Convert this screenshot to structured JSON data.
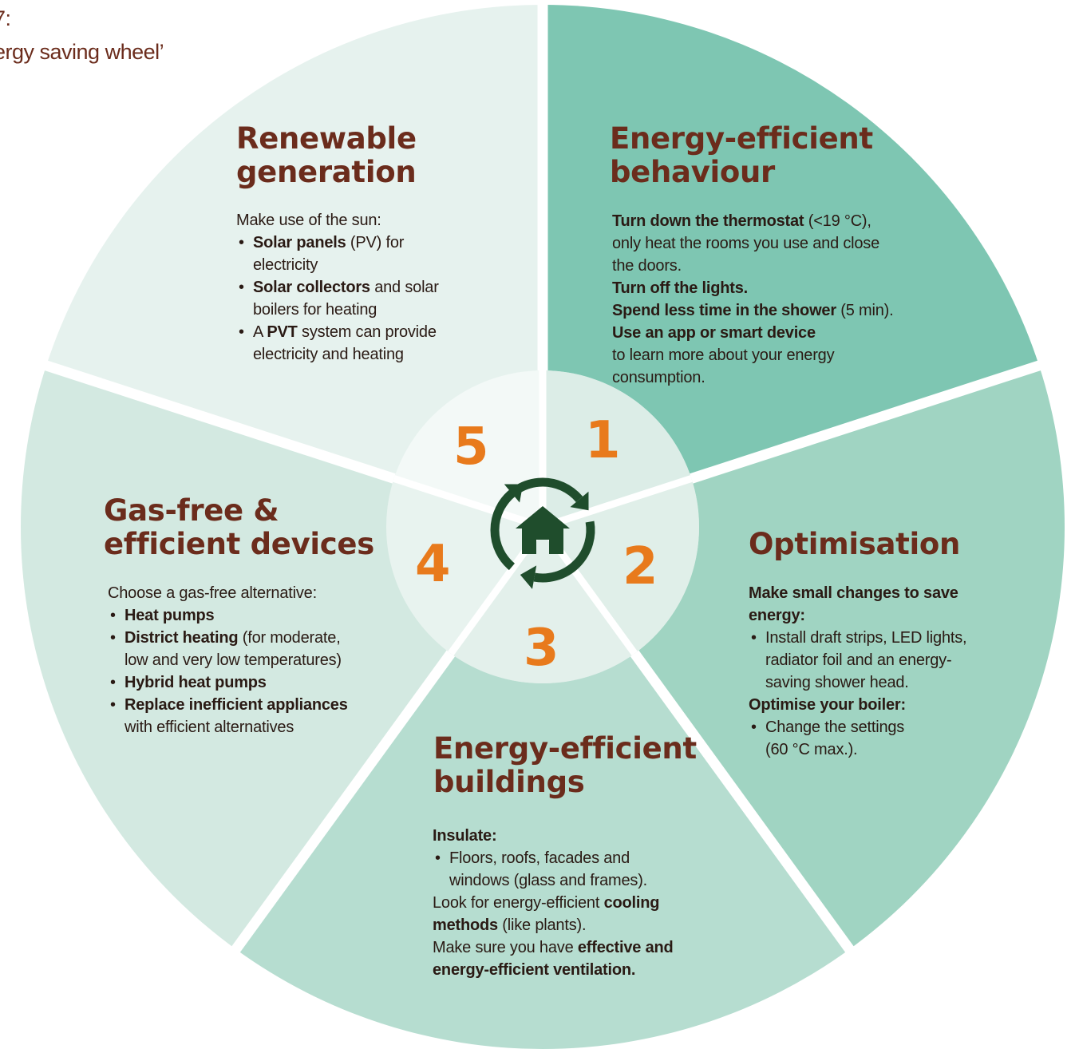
{
  "caption": {
    "line1": "7:",
    "line2": "ergy saving wheel’"
  },
  "colors": {
    "segment_1": "#7ec6b2",
    "segment_2": "#a0d4c2",
    "segment_3": "#b6ddd0",
    "segment_4": "#d3e9e1",
    "segment_5": "#e6f2ee",
    "hub": "#dcece6",
    "title": "#6b2c1c",
    "number": "#e87a1c",
    "icon": "#1f4d2c"
  },
  "center_icon": "recycle-arrows-house-icon",
  "segments": [
    {
      "number": "1",
      "title_line1": "Energy-efficient",
      "title_line2": "behaviour",
      "body": [
        "<b>Turn down the thermostat</b> (&lt;19 °C),",
        "only heat the rooms you use and close",
        "the doors.",
        "<b>Turn off the lights.</b>",
        "<b>Spend less time in the shower</b> (5 min).",
        "<b>Use an app or smart device</b>",
        "to learn more about your energy",
        "consumption."
      ]
    },
    {
      "number": "2",
      "title_line1": "Optimisation",
      "body_header": "<b>Make small changes to save</b>",
      "body_header2": "<b>energy:</b>",
      "bullets1": [
        "Install draft strips, LED lights,<br>radiator foil and an energy-<br>saving shower head."
      ],
      "subheader": "<b>Optimise your boiler:</b>",
      "bullets2": [
        "Change the settings<br>(60 °C max.)."
      ]
    },
    {
      "number": "3",
      "title_line1": "Energy-efficient",
      "title_line2": "buildings",
      "body_header": "<b>Insulate:</b>",
      "bullets": [
        "Floors, roofs, facades and<br>windows (glass and frames)."
      ],
      "lines": [
        "Look for energy-efficient <b>cooling</b>",
        "<b>methods</b> (like plants).",
        "Make sure you have <b>effective and</b>",
        "<b>energy-efficient ventilation.</b>"
      ]
    },
    {
      "number": "4",
      "title_line1": "Gas-free &",
      "title_line2": "efficient devices",
      "intro": "Choose a gas-free alternative:",
      "bullets": [
        "<b>Heat pumps</b>",
        "<b>District heating</b> (for moderate,<br>low and very low temperatures)",
        "<b>Hybrid heat pumps</b>",
        "<b>Replace inefficient appliances</b><br>with efficient alternatives"
      ]
    },
    {
      "number": "5",
      "title_line1": "Renewable",
      "title_line2": "generation",
      "intro": "Make use of the sun:",
      "bullets": [
        "<b>Solar panels</b> (PV) for<br>electricity",
        "<b>Solar collectors</b> and solar<br>boilers for heating",
        "A <b>PVT</b> system can provide<br>electricity and heating"
      ]
    }
  ]
}
